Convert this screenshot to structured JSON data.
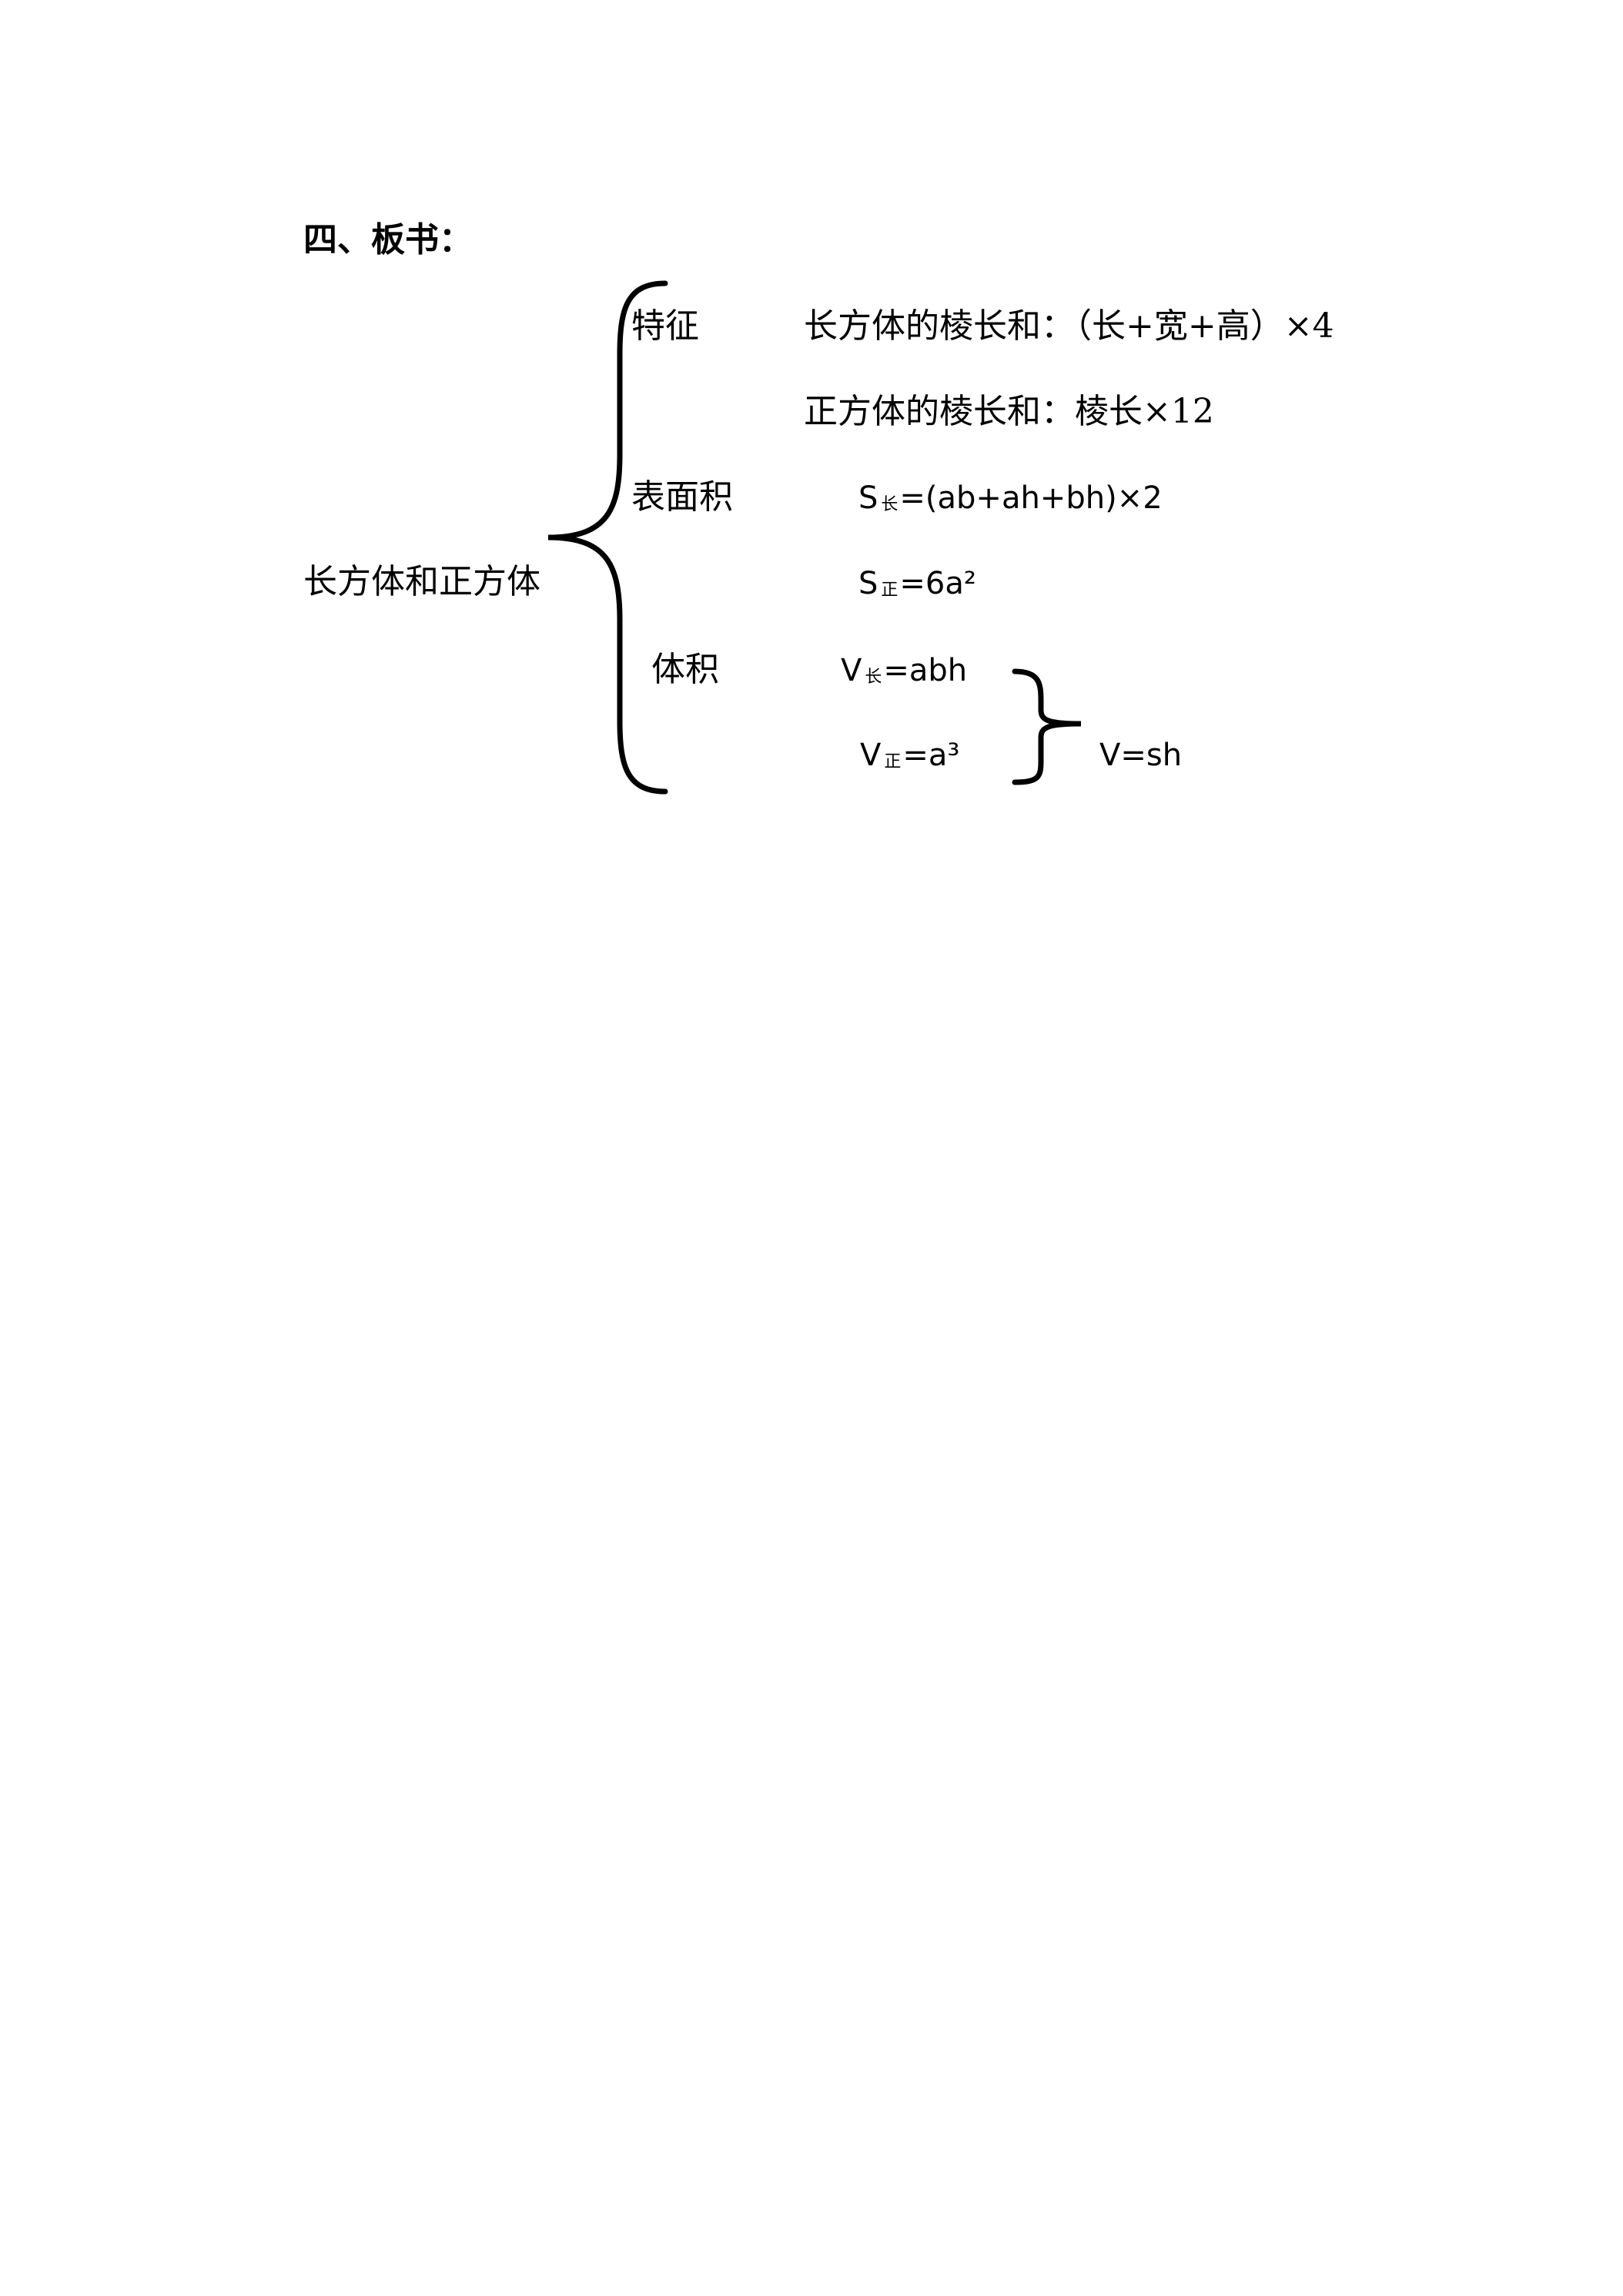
{
  "heading": "四、板书：",
  "root": "长方体和正方体",
  "branches": {
    "features": {
      "label": "特征",
      "cuboid_edge_sum": "长方体的棱长和：（长+宽+高）×4",
      "cube_edge_sum": "正方体的棱长和：棱长×12"
    },
    "surface_area": {
      "label": "表面积",
      "cuboid": {
        "symbol": "S",
        "sub": "长",
        "expr": "=(ab+ah+bh)×2"
      },
      "cube": {
        "symbol": "S",
        "sub": "正",
        "expr": "=6a²"
      }
    },
    "volume": {
      "label": "体积",
      "cuboid": {
        "symbol": "V",
        "sub": "长",
        "expr": "=abh"
      },
      "cube": {
        "symbol": "V",
        "sub": "正",
        "expr": "=a³"
      },
      "unified": "V=sh"
    }
  }
}
